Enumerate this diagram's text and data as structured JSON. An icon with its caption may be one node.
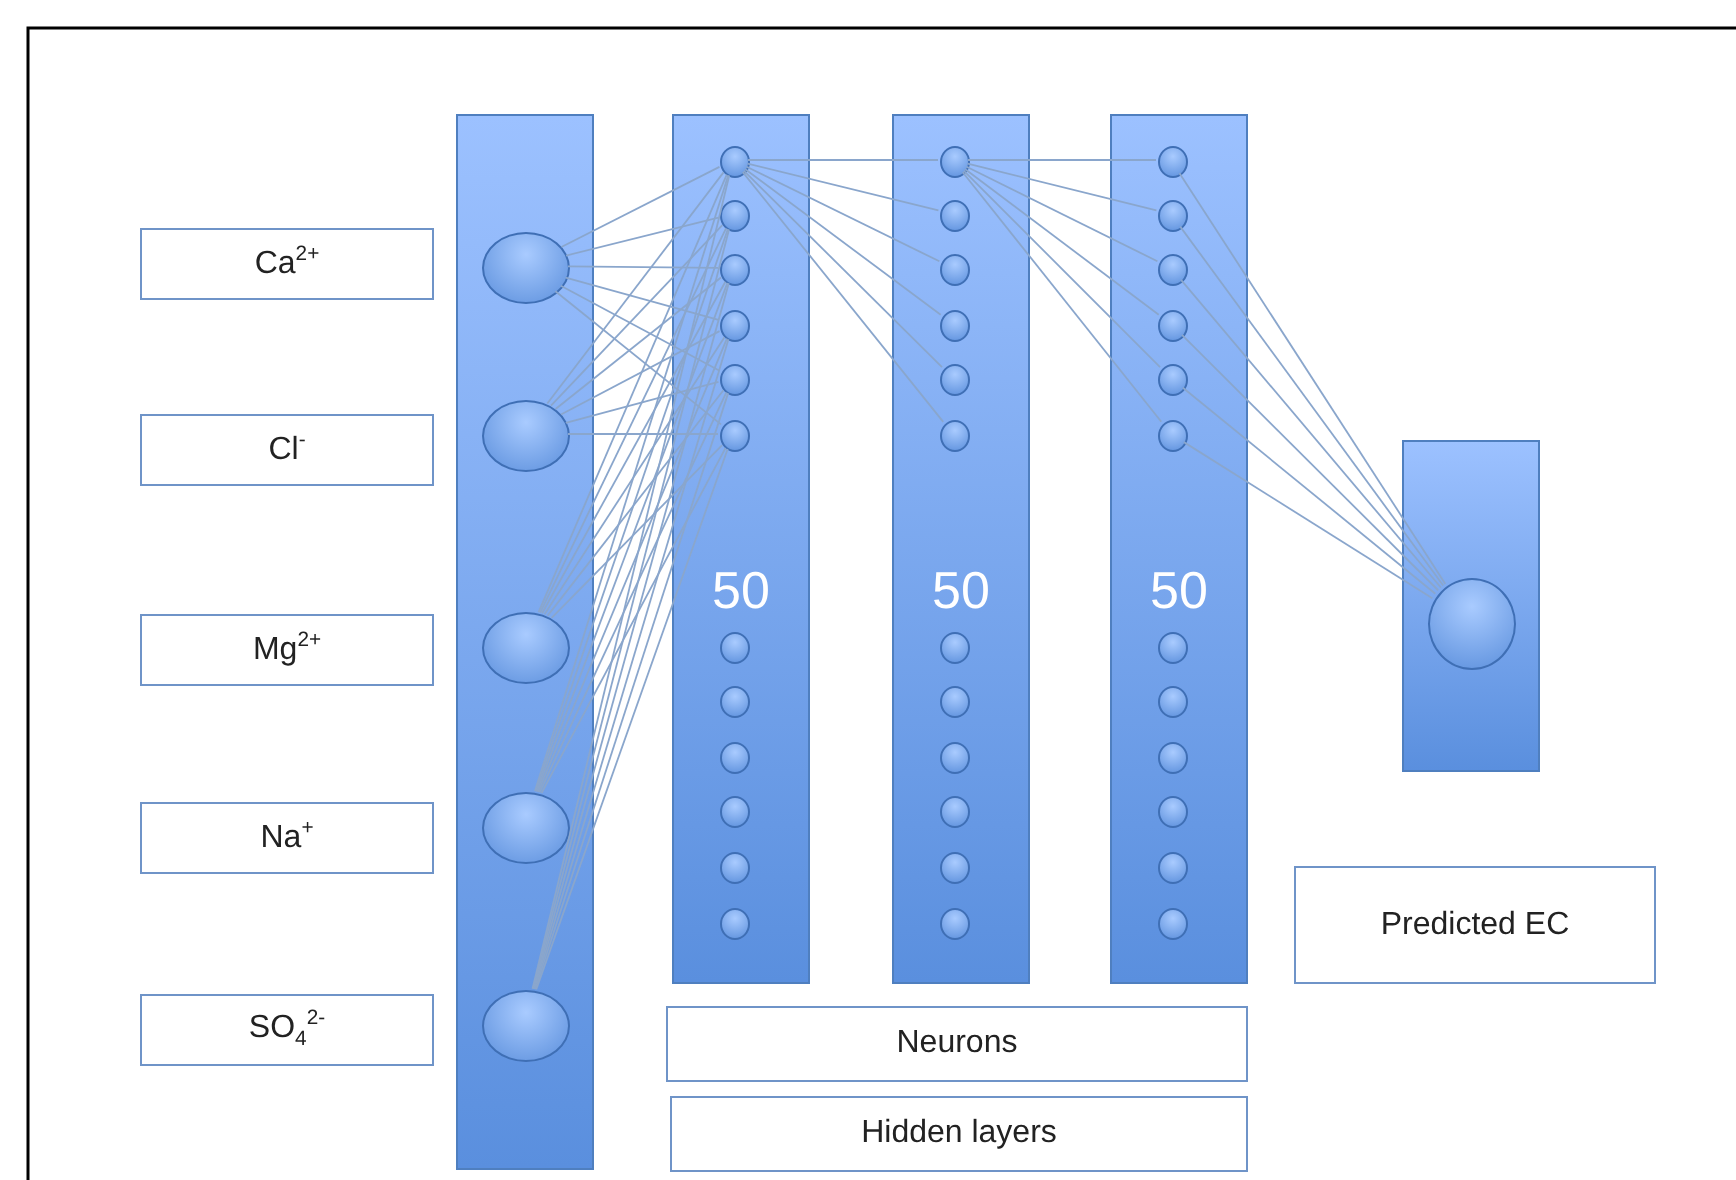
{
  "diagram": {
    "nodes": [
      {
        "text": [
          "Ca$^{2+}$"
        ]
      },
      {
        "text": [
          "Cl$^{-}$"
        ]
      },
      {
        "text": [
          "Mg$^{2+}$"
        ]
      },
      {
        "text": [
          "Na$^{+}$"
        ]
      },
      {
        "text": [
          "SO$_{4}$$^{2-}$"
        ]
      },
      {
        "text": [],
        "shape": "bar"
      },
      {
        "text": [],
        "shape": "circle",
        "in": 5
      },
      {
        "text": [],
        "shape": "circle",
        "in": 5
      },
      {
        "text": [],
        "shape": "circle",
        "in": 5
      },
      {
        "text": [],
        "shape": "circle",
        "in": 5
      },
      {
        "text": [],
        "shape": "circle",
        "in": 5
      },
      {
        "text": [
          "50"
        ]
      },
      {
        "text": [],
        "shape": "circle",
        "in": 11
      },
      {
        "text": [],
        "shape": "circle",
        "in": 11
      },
      {
        "text": [],
        "shape": "circle",
        "in": 11
      },
      {
        "text": [],
        "shape": "circle",
        "in": 11
      },
      {
        "text": [],
        "shape": "circle",
        "in": 11
      },
      {
        "text": [],
        "shape": "circle",
        "in": 11
      },
      {
        "text": [],
        "shape": "circle",
        "in": 11
      },
      {
        "text": [],
        "shape": "circle",
        "in": 11
      },
      {
        "text": [],
        "shape": "circle",
        "in": 11
      },
      {
        "text": [],
        "shape": "circle",
        "in": 11
      },
      {
        "text": [],
        "shape": "circle",
        "in": 11
      },
      {
        "text": [],
        "shape": "circle",
        "in": 11
      },
      {
        "text": [
          "50"
        ]
      },
      {
        "text": [],
        "shape": "circle",
        "in": 24
      },
      {
        "text": [],
        "shape": "circle",
        "in": 24
      },
      {
        "text": [],
        "shape": "circle",
        "in": 24
      },
      {
        "text": [],
        "shape": "circle",
        "in": 24
      },
      {
        "text": [],
        "shape": "circle",
        "in": 24
      },
      {
        "text": [],
        "shape": "circle",
        "in": 24
      },
      {
        "text": [],
        "shape": "circle",
        "in": 24
      },
      {
        "text": [],
        "shape": "circle",
        "in": 24
      },
      {
        "text": [],
        "shape": "circle",
        "in": 24
      },
      {
        "text": [],
        "shape": "circle",
        "in": 24
      },
      {
        "text": [],
        "shape": "circle",
        "in": 24
      },
      {
        "text": [],
        "shape": "circle",
        "in": 24
      },
      {
        "text": [
          "50"
        ]
      },
      {
        "text": [],
        "shape": "circle",
        "in": 37
      },
      {
        "text": [],
        "shape": "circle",
        "in": 37
      },
      {
        "text": [],
        "shape": "circle",
        "in": 37
      },
      {
        "text": [],
        "shape": "circle",
        "in": 37
      },
      {
        "text": [],
        "shape": "circle",
        "in": 37
      },
      {
        "text": [],
        "shape": "circle",
        "in": 37
      },
      {
        "text": [],
        "shape": "circle",
        "in": 37
      },
      {
        "text": [],
        "shape": "circle",
        "in": 37
      },
      {
        "text": [],
        "shape": "circle",
        "in": 37
      },
      {
        "text": [],
        "shape": "circle",
        "in": 37
      },
      {
        "text": [],
        "shape": "circle",
        "in": 37
      },
      {
        "text": [],
        "shape": "circle",
        "in": 37
      },
      {
        "text": [],
        "shape": "bar"
      },
      {
        "text": [],
        "shape": "circle",
        "in": 50
      },
      {
        "text": [
          "Predicted EC"
        ]
      },
      {
        "text": [
          "Neurons"
        ]
      },
      {
        "text": [
          "Hidden layers"
        ]
      }
    ],
    "edges": [
      {
        "from": 6,
        "to": 12,
        "arrow": "none"
      },
      {
        "from": 6,
        "to": 13,
        "arrow": "none"
      },
      {
        "from": 6,
        "to": 14,
        "arrow": "none"
      },
      {
        "from": 6,
        "to": 15,
        "arrow": "none"
      },
      {
        "from": 6,
        "to": 16,
        "arrow": "none"
      },
      {
        "from": 6,
        "to": 17,
        "arrow": "none"
      },
      {
        "from": 7,
        "to": 12,
        "arrow": "none"
      },
      {
        "from": 7,
        "to": 13,
        "arrow": "none"
      },
      {
        "from": 7,
        "to": 14,
        "arrow": "none"
      },
      {
        "from": 7,
        "to": 15,
        "arrow": "none"
      },
      {
        "from": 7,
        "to": 16,
        "arrow": "none"
      },
      {
        "from": 7,
        "to": 17,
        "arrow": "none"
      },
      {
        "from": 8,
        "to": 12,
        "arrow": "none"
      },
      {
        "from": 8,
        "to": 13,
        "arrow": "none"
      },
      {
        "from": 8,
        "to": 14,
        "arrow": "none"
      },
      {
        "from": 8,
        "to": 15,
        "arrow": "none"
      },
      {
        "from": 8,
        "to": 16,
        "arrow": "none"
      },
      {
        "from": 8,
        "to": 17,
        "arrow": "none"
      },
      {
        "from": 9,
        "to": 12,
        "arrow": "none"
      },
      {
        "from": 9,
        "to": 13,
        "arrow": "none"
      },
      {
        "from": 9,
        "to": 14,
        "arrow": "none"
      },
      {
        "from": 9,
        "to": 15,
        "arrow": "none"
      },
      {
        "from": 9,
        "to": 16,
        "arrow": "none"
      },
      {
        "from": 9,
        "to": 17,
        "arrow": "none"
      },
      {
        "from": 10,
        "to": 12,
        "arrow": "none"
      },
      {
        "from": 10,
        "to": 13,
        "arrow": "none"
      },
      {
        "from": 10,
        "to": 14,
        "arrow": "none"
      },
      {
        "from": 10,
        "to": 15,
        "arrow": "none"
      },
      {
        "from": 10,
        "to": 16,
        "arrow": "none"
      },
      {
        "from": 10,
        "to": 17,
        "arrow": "none"
      },
      {
        "from": 12,
        "to": 25,
        "arrow": "none"
      },
      {
        "from": 12,
        "to": 26,
        "arrow": "none"
      },
      {
        "from": 12,
        "to": 27,
        "arrow": "none"
      },
      {
        "from": 12,
        "to": 28,
        "arrow": "none"
      },
      {
        "from": 12,
        "to": 29,
        "arrow": "none"
      },
      {
        "from": 12,
        "to": 30,
        "arrow": "none"
      },
      {
        "from": 25,
        "to": 38,
        "arrow": "none"
      },
      {
        "from": 25,
        "to": 39,
        "arrow": "none"
      },
      {
        "from": 25,
        "to": 40,
        "arrow": "none"
      },
      {
        "from": 25,
        "to": 41,
        "arrow": "none"
      },
      {
        "from": 25,
        "to": 42,
        "arrow": "none"
      },
      {
        "from": 25,
        "to": 43,
        "arrow": "none"
      },
      {
        "from": 38,
        "to": 51,
        "arrow": "none"
      },
      {
        "from": 39,
        "to": 51,
        "arrow": "none"
      },
      {
        "from": 40,
        "to": 51,
        "arrow": "none"
      },
      {
        "from": 41,
        "to": 51,
        "arrow": "none"
      },
      {
        "from": 42,
        "to": 51,
        "arrow": "none"
      },
      {
        "from": 43,
        "to": 51,
        "arrow": "none"
      }
    ]
  }
}
